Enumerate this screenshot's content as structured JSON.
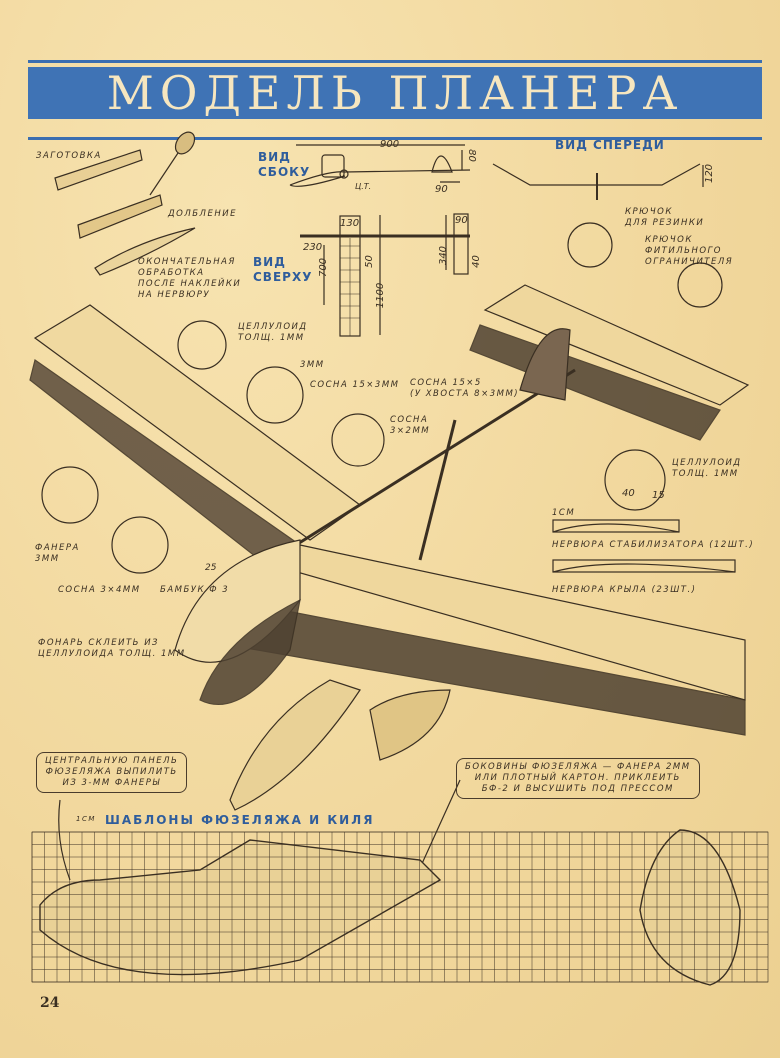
{
  "title": "МОДЕЛЬ ПЛАНЕРА",
  "views": {
    "side": {
      "heading_line1": "ВИД",
      "heading_line2": "СБОКУ",
      "length": "900",
      "fin_height": "80",
      "fin_chord": "90",
      "cg_label": "Ц.Т."
    },
    "top": {
      "heading_line1": "ВИД",
      "heading_line2": "СВЕРХУ",
      "wing_chord": "130",
      "nose_to_wing": "230",
      "half_span": "700",
      "rib_spacing": "50",
      "span": "1100",
      "stab_chord": "90",
      "stab_span": "340",
      "stab_rib": "40"
    },
    "front": {
      "heading": "ВИД СПЕРЕДИ",
      "dihedral": "120"
    }
  },
  "rib_making": {
    "blank": "ЗАГОТОВКА",
    "chiseling": "ДОЛБЛЕНИЕ",
    "final": [
      "ОКОНЧАТЕЛЬНАЯ",
      "ОБРАБОТКА",
      "ПОСЛЕ НАКЛЕЙКИ",
      "НА НЕРВЮРУ"
    ]
  },
  "annotations": {
    "celluloid_1": [
      "ЦЕЛЛУЛОИД",
      "ТОЛЩ. 1мм"
    ],
    "gap_3mm": "3мм",
    "pine_15x3": "СОСНА 15×3мм",
    "pine_15x5": [
      "СОСНА 15×5",
      "(У ХВОСТА 8×3мм)"
    ],
    "pine_3x2": [
      "СОСНА",
      "3×2мм"
    ],
    "hook_rubber": [
      "КРЮЧОК",
      "ДЛЯ РЕЗИНКИ"
    ],
    "hook_limiter": [
      "КРЮЧОК",
      "ФИТИЛЬНОГО",
      "ОГРАНИЧИТЕЛЯ"
    ],
    "celluloid_2": [
      "ЦЕЛЛУЛОИД",
      "ТОЛЩ. 1мм"
    ],
    "celluloid_2_len": "40",
    "celluloid_2_w": "15",
    "plywood": [
      "ФАНЕРА",
      "3мм"
    ],
    "pine_3x4": "СОСНА 3×4мм",
    "bamboo": "БАМБУК Ф 3",
    "bamboo_len": "25",
    "canopy": [
      "ФОНАРЬ СКЛЕИТЬ ИЗ",
      "ЦЕЛЛУЛОИДА ТОЛЩ. 1мм"
    ],
    "rib_scale": "1см",
    "stab_rib": "НЕРВЮРА СТАБИЛИЗАТОРА (12шт.)",
    "wing_rib": "НЕРВЮРА КРЫЛА (23шт.)"
  },
  "callouts": {
    "center_panel": [
      "ЦЕНТРАЛЬНУЮ ПАНЕЛЬ",
      "ФЮЗЕЛЯЖА ВЫПИЛИТЬ",
      "ИЗ 3-мм ФАНЕРЫ"
    ],
    "side_panels": [
      "БОКОВИНЫ ФЮЗЕЛЯЖА — ФАНЕРА 2мм",
      "ИЛИ ПЛОТНЫЙ КАРТОН. ПРИКЛЕИТЬ",
      "БФ-2 И ВЫСУШИТЬ ПОД ПРЕССОМ"
    ]
  },
  "templates": {
    "heading": "ШАБЛОНЫ ФЮЗЕЛЯЖА И КИЛЯ",
    "scale": "1см"
  },
  "page_number": "24",
  "colors": {
    "paper": "#f3dca4",
    "banner": "#3f73b5",
    "ink": "#3a2f22",
    "heading_blue": "#2f5d9c"
  }
}
